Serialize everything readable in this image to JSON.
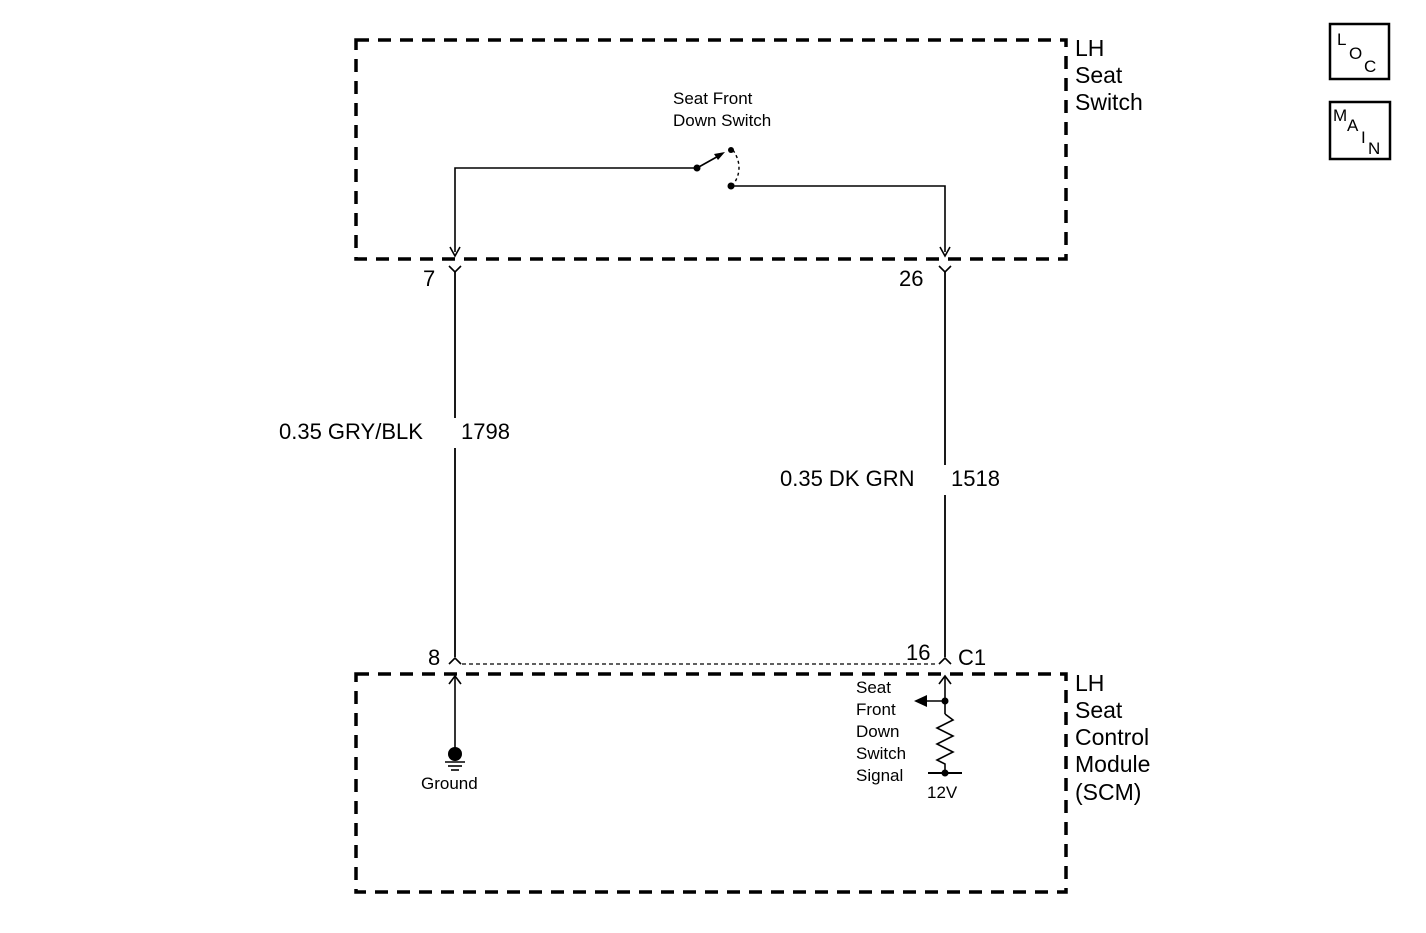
{
  "components": {
    "seat_switch": {
      "lines": [
        "LH",
        "Seat",
        "Switch"
      ]
    },
    "scm": {
      "lines": [
        "LH",
        "Seat",
        "Control",
        "Module",
        "(SCM)"
      ]
    }
  },
  "switch": {
    "lines": [
      "Seat Front",
      "Down Switch"
    ]
  },
  "pins": {
    "switch_left": "7",
    "switch_right": "26",
    "scm_left": "8",
    "scm_right": "16",
    "scm_connector": "C1"
  },
  "wires": {
    "left": {
      "gauge_color": "0.35 GRY/BLK",
      "circuit": "1798"
    },
    "right": {
      "gauge_color": "0.35 DK GRN",
      "circuit": "1518"
    }
  },
  "internal": {
    "ground_label": "Ground",
    "signal_lines": [
      "Seat",
      "Front",
      "Down",
      "Switch",
      "Signal"
    ],
    "voltage_label": "12V"
  },
  "nav": {
    "loc": [
      "L",
      "O",
      "C"
    ],
    "main": [
      "M",
      "A",
      "I",
      "N"
    ]
  }
}
